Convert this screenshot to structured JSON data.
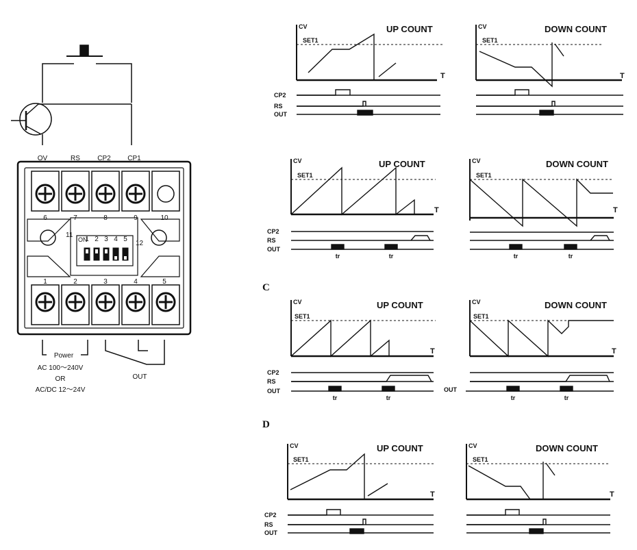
{
  "colors": {
    "ink": "#111111",
    "paper": "#ffffff",
    "fill": "#111111"
  },
  "wiring": {
    "top_labels": [
      "OV",
      "RS",
      "CP2",
      "CP1"
    ],
    "terminal_numbers_top": [
      "6",
      "7",
      "8",
      "9",
      "10"
    ],
    "terminal_numbers_bottom": [
      "1",
      "2",
      "3",
      "4",
      "5"
    ],
    "side_numbers": [
      "11",
      "12"
    ],
    "dip": {
      "on_label": "ON",
      "numbers": [
        "1",
        "2",
        "3",
        "4",
        "5"
      ]
    },
    "power_label": "Power",
    "power_ac": "AC 100～240V",
    "power_or": "OR",
    "power_dc": "AC/DC 12～24V",
    "out_label": "OUT"
  },
  "timing": {
    "cv": "CV",
    "set1": "SET1",
    "t": "T",
    "cp2": "CP2",
    "rs": "RS",
    "out": "OUT",
    "tr": "tr",
    "up_count": "UP COUNT",
    "down_count": "DOWN COUNT",
    "section_c": "C",
    "section_d": "D"
  }
}
